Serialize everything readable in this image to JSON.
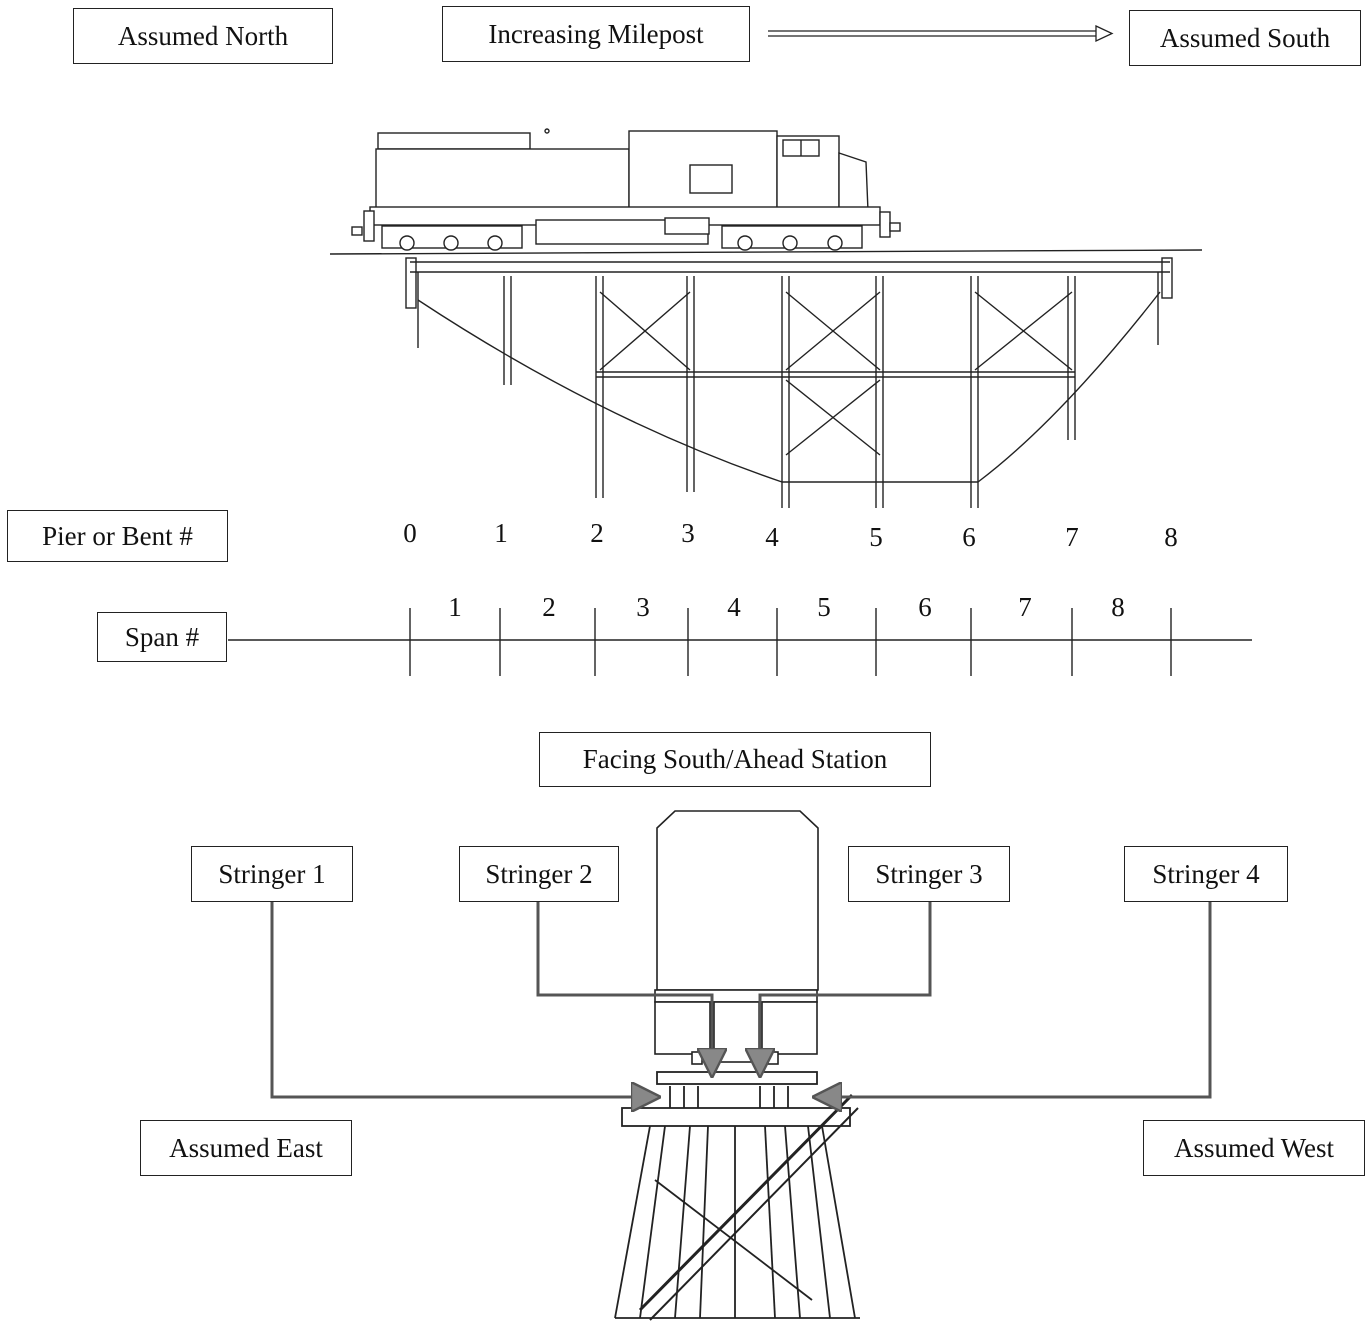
{
  "header": {
    "north_label": "Assumed North",
    "milepost_label": "Increasing Milepost",
    "south_label": "Assumed South"
  },
  "elevation": {
    "pier_label": "Pier or Bent #",
    "pier_numbers": [
      "0",
      "1",
      "2",
      "3",
      "4",
      "5",
      "6",
      "7",
      "8"
    ],
    "span_label": "Span #",
    "span_numbers": [
      "1",
      "2",
      "3",
      "4",
      "5",
      "6",
      "7",
      "8"
    ]
  },
  "section": {
    "facing_label": "Facing South/Ahead Station",
    "stringers": [
      "Stringer 1",
      "Stringer 2",
      "Stringer 3",
      "Stringer 4"
    ],
    "east_label": "Assumed East",
    "west_label": "Assumed West"
  }
}
